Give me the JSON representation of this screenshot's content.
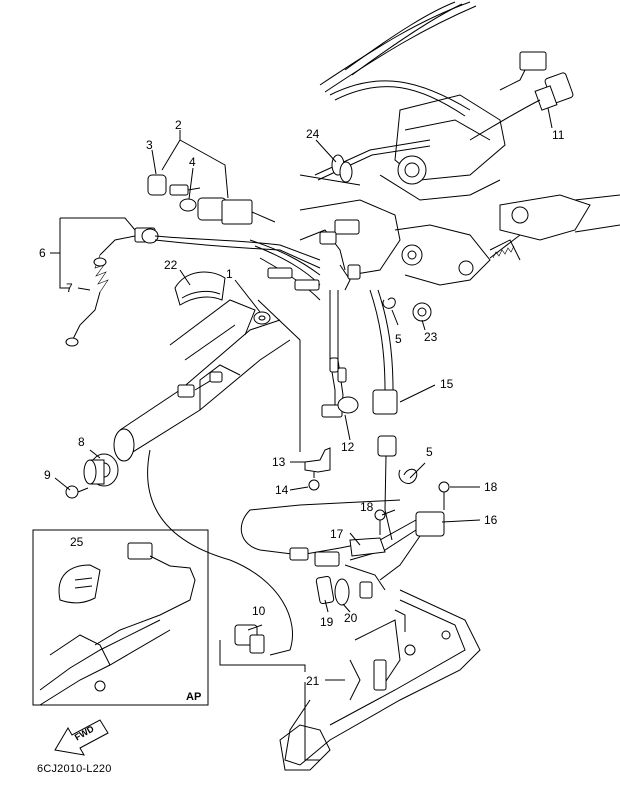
{
  "callouts": {
    "c1": "1",
    "c2": "2",
    "c3": "3",
    "c4": "4",
    "c5a": "5",
    "c5b": "5",
    "c6": "6",
    "c7": "7",
    "c8": "8",
    "c9": "9",
    "c10": "10",
    "c11": "11",
    "c12": "12",
    "c13": "13",
    "c14": "14",
    "c15": "15",
    "c16": "16",
    "c17": "17",
    "c18a": "18",
    "c18b": "18",
    "c19": "19",
    "c20": "20",
    "c21": "21",
    "c22": "22",
    "c23": "23",
    "c24": "24",
    "c25": "25"
  },
  "inset": {
    "tag": "AP"
  },
  "fwd_label": "FWD",
  "drawing_code": "6CJ2010-L220"
}
